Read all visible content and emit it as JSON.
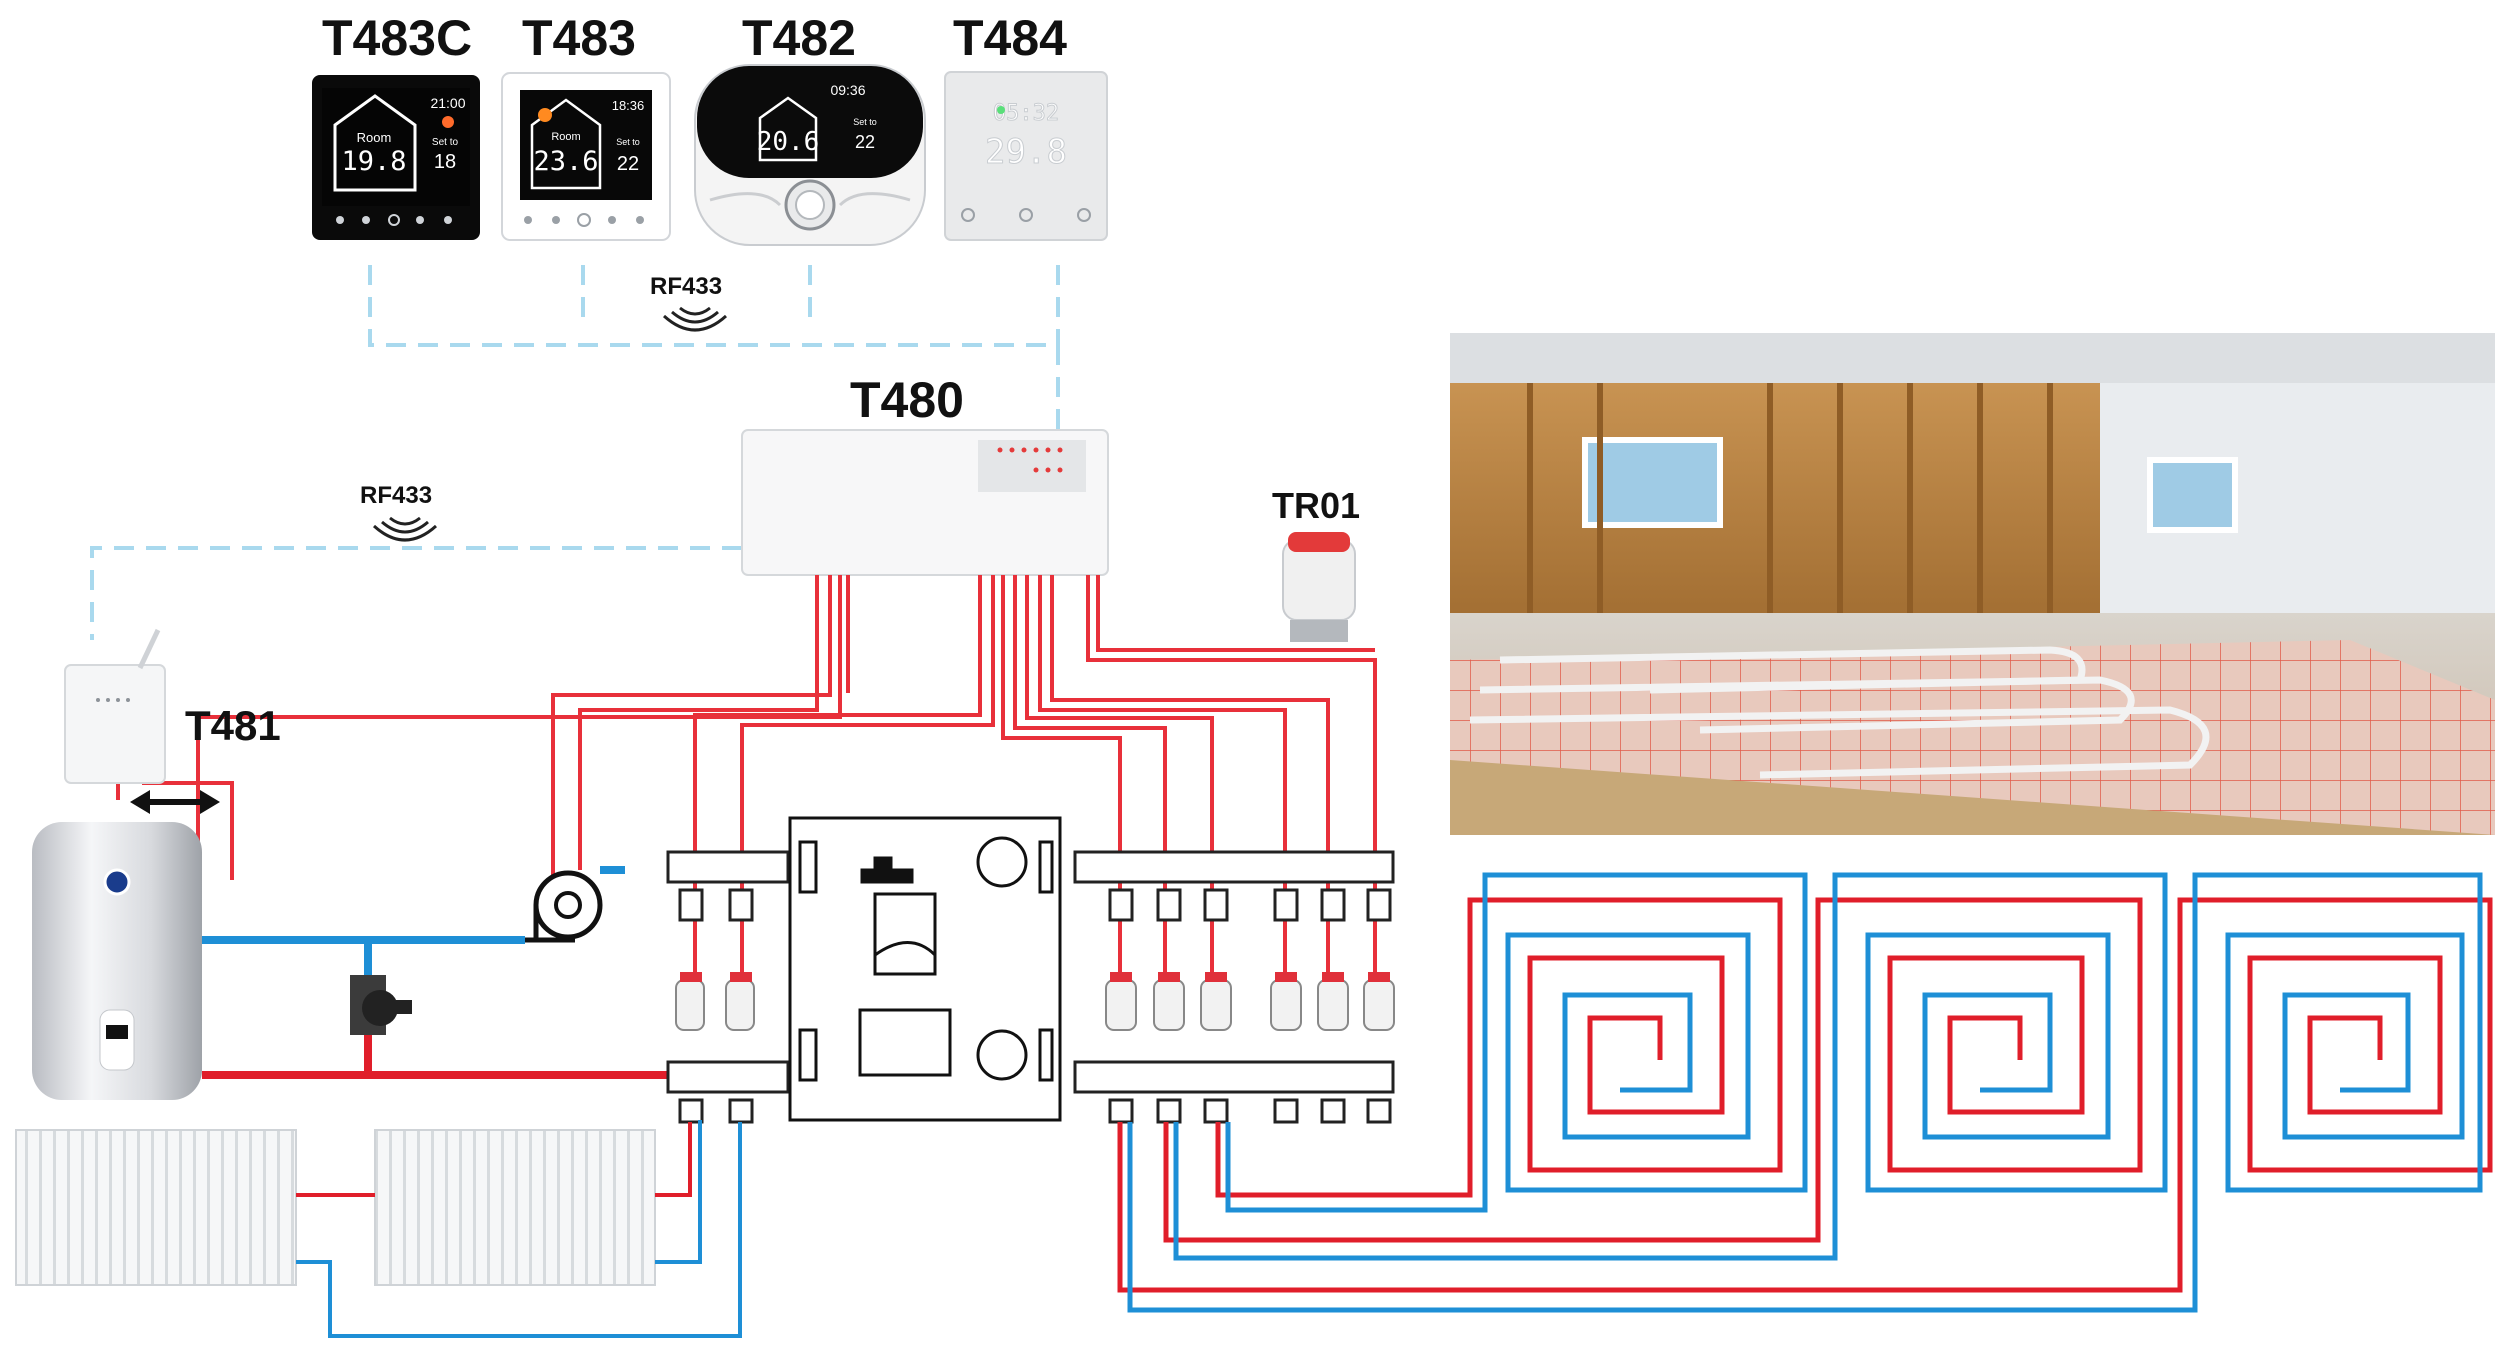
{
  "labels": {
    "t483c": "T483C",
    "t483": "T483",
    "t482": "T482",
    "t484": "T484",
    "rf433_top": "RF433",
    "rf433_left": "RF433",
    "t480": "T480",
    "tr01": "TR01",
    "t481": "T481"
  },
  "screens": {
    "t483c": {
      "room_caption": "Room",
      "room_temp": "19.8",
      "time": "21:00",
      "set_caption": "Set to",
      "set_temp": "18"
    },
    "t483": {
      "room_caption": "Room",
      "room_temp": "23.6",
      "time": "18:36",
      "set_caption": "Set to",
      "set_temp": "22"
    },
    "t482": {
      "room_temp": "20.6",
      "time": "09:36",
      "set_caption": "Set to",
      "set_temp": "22"
    },
    "t484": {
      "time": "05:32",
      "set_temp": "29.8"
    }
  },
  "colors": {
    "wire": "#e8303a",
    "hot_pipe": "#e01e2a",
    "cold_pipe": "#1e8fd6",
    "wireless": "#a9d9ee"
  },
  "icons": [
    "wifi-arcs-icon",
    "bidirectional-arrow-icon",
    "pump-icon",
    "valve-icon"
  ]
}
